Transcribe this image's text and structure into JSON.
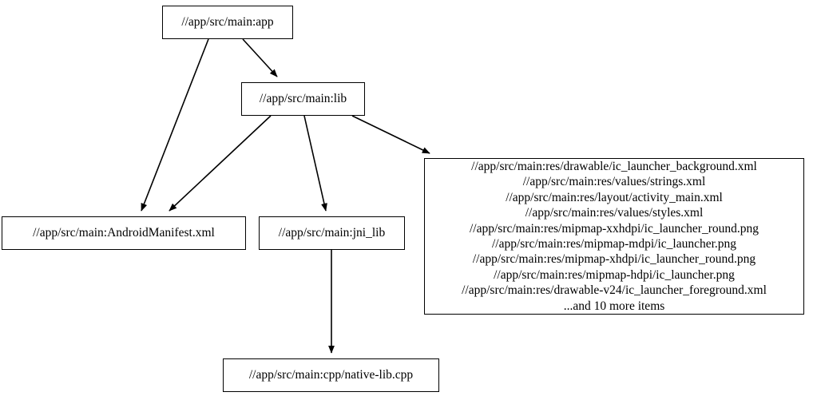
{
  "graph": {
    "type": "dependency-graph",
    "direction": "top-down",
    "background": "#ffffff",
    "stroke": "#000000",
    "nodes": [
      {
        "id": "app",
        "label": "//app/src/main:app"
      },
      {
        "id": "lib",
        "label": "//app/src/main:lib"
      },
      {
        "id": "manifest",
        "label": "//app/src/main:AndroidManifest.xml"
      },
      {
        "id": "jni_lib",
        "label": "//app/src/main:jni_lib"
      },
      {
        "id": "res_bundle",
        "label": "//app/src/main:res/drawable/ic_launcher_background.xml\n//app/src/main:res/values/strings.xml\n//app/src/main:res/layout/activity_main.xml\n//app/src/main:res/values/styles.xml\n//app/src/main:res/mipmap-xxhdpi/ic_launcher_round.png\n//app/src/main:res/mipmap-mdpi/ic_launcher.png\n//app/src/main:res/mipmap-xhdpi/ic_launcher_round.png\n//app/src/main:res/mipmap-hdpi/ic_launcher.png\n//app/src/main:res/drawable-v24/ic_launcher_foreground.xml\n...and 10 more items",
        "lines": [
          "//app/src/main:res/drawable/ic_launcher_background.xml",
          "//app/src/main:res/values/strings.xml",
          "//app/src/main:res/layout/activity_main.xml",
          "//app/src/main:res/values/styles.xml",
          "//app/src/main:res/mipmap-xxhdpi/ic_launcher_round.png",
          "//app/src/main:res/mipmap-mdpi/ic_launcher.png",
          "//app/src/main:res/mipmap-xhdpi/ic_launcher_round.png",
          "//app/src/main:res/mipmap-hdpi/ic_launcher.png",
          "//app/src/main:res/drawable-v24/ic_launcher_foreground.xml",
          "...and 10 more items"
        ],
        "overflow_note": "...and 10 more items",
        "overflow_count": 10
      },
      {
        "id": "native_lib",
        "label": "//app/src/main:cpp/native-lib.cpp"
      }
    ],
    "edges": [
      {
        "from": "app",
        "to": "manifest"
      },
      {
        "from": "app",
        "to": "lib"
      },
      {
        "from": "lib",
        "to": "manifest"
      },
      {
        "from": "lib",
        "to": "jni_lib"
      },
      {
        "from": "lib",
        "to": "res_bundle"
      },
      {
        "from": "jni_lib",
        "to": "native_lib"
      }
    ]
  }
}
